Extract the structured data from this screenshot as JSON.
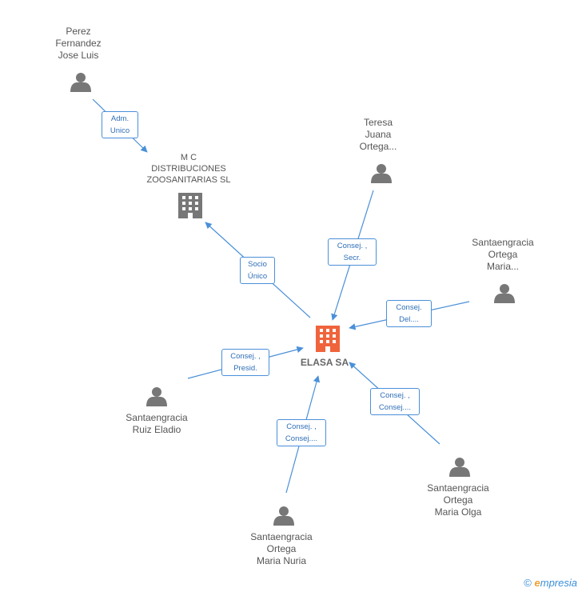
{
  "colors": {
    "edge": "#4a90d9",
    "person": "#777777",
    "company": "#777777",
    "main_company": "#f0643c"
  },
  "nodes": {
    "perez": {
      "label": "Perez\nFernandez\nJose Luis",
      "icon": "person-icon"
    },
    "mc": {
      "label": "M C\nDISTRIBUCIONES\nZOOSANITARIAS SL",
      "icon": "building-icon"
    },
    "teresa": {
      "label": "Teresa\nJuana\nOrtega...",
      "icon": "person-icon"
    },
    "maria": {
      "label": "Santaengracia\nOrtega\nMaria...",
      "icon": "person-icon"
    },
    "elasa": {
      "label": "ELASA SA",
      "icon": "building-icon"
    },
    "ruiz": {
      "label": "Santaengracia\nRuiz Eladio",
      "icon": "person-icon"
    },
    "olga": {
      "label": "Santaengracia\nOrtega\nMaria Olga",
      "icon": "person-icon"
    },
    "nuria": {
      "label": "Santaengracia\nOrtega\nMaria Nuria",
      "icon": "person-icon"
    }
  },
  "edges": {
    "perez_mc": "Adm.\nUnico",
    "elasa_mc": "Socio\nÚnico",
    "teresa_elasa": "Consej. ,\nSecr.",
    "maria_elasa": "Consej.\nDel....",
    "ruiz_elasa": "Consej. ,\nPresid.",
    "olga_elasa": "Consej. ,\nConsej....",
    "nuria_elasa": "Consej. ,\nConsej...."
  },
  "footer": {
    "copyright": "©",
    "brand_initial": "e",
    "brand_rest": "mpresia"
  }
}
